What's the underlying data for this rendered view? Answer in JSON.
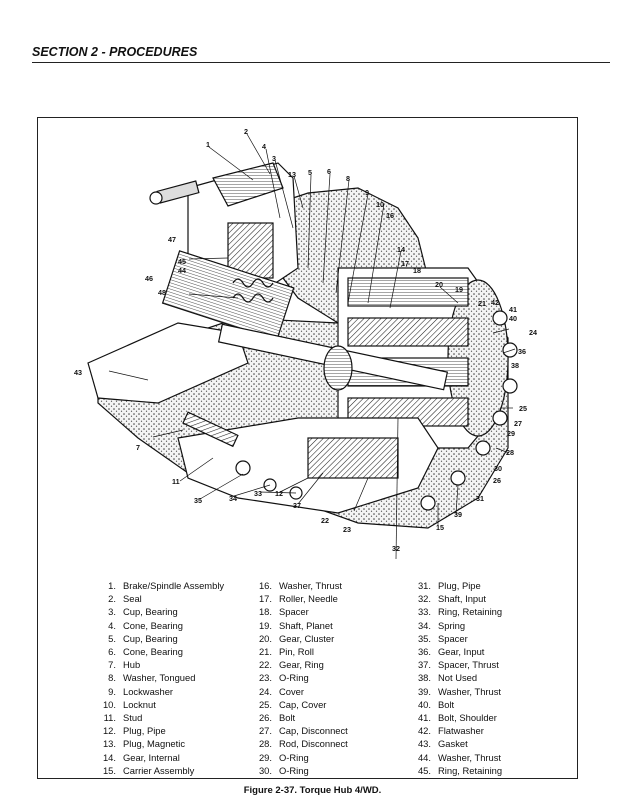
{
  "header": {
    "section_title": "SECTION 2 - PROCEDURES"
  },
  "figure": {
    "caption": "Figure 2-37.  Torque Hub 4/WD.",
    "callouts": [
      "1",
      "2",
      "4",
      "3",
      "13",
      "5",
      "6",
      "8",
      "9",
      "10",
      "16",
      "47",
      "45",
      "44",
      "46",
      "48",
      "14",
      "17",
      "18",
      "20",
      "19",
      "21",
      "42",
      "41",
      "40",
      "24",
      "36",
      "38",
      "43",
      "25",
      "27",
      "29",
      "28",
      "30",
      "26",
      "31",
      "7",
      "11",
      "35",
      "34",
      "33",
      "12",
      "37",
      "22",
      "23",
      "15",
      "39",
      "32"
    ],
    "legend": [
      [
        {
          "num": "1.",
          "label": "Brake/Spindle Assembly"
        },
        {
          "num": "2.",
          "label": "Seal"
        },
        {
          "num": "3.",
          "label": "Cup, Bearing"
        },
        {
          "num": "4.",
          "label": "Cone, Bearing"
        },
        {
          "num": "5.",
          "label": "Cup, Bearing"
        },
        {
          "num": "6.",
          "label": "Cone, Bearing"
        },
        {
          "num": "7.",
          "label": "Hub"
        },
        {
          "num": "8.",
          "label": "Washer, Tongued"
        },
        {
          "num": "9.",
          "label": "Lockwasher"
        },
        {
          "num": "10.",
          "label": "Locknut"
        },
        {
          "num": "11.",
          "label": "Stud"
        },
        {
          "num": "12.",
          "label": "Plug, Pipe"
        },
        {
          "num": "13.",
          "label": "Plug, Magnetic"
        },
        {
          "num": "14.",
          "label": "Gear, Internal"
        },
        {
          "num": "15.",
          "label": "Carrier Assembly"
        }
      ],
      [
        {
          "num": "16.",
          "label": "Washer, Thrust"
        },
        {
          "num": "17.",
          "label": "Roller, Needle"
        },
        {
          "num": "18.",
          "label": "Spacer"
        },
        {
          "num": "19.",
          "label": "Shaft, Planet"
        },
        {
          "num": "20.",
          "label": "Gear, Cluster"
        },
        {
          "num": "21.",
          "label": "Pin, Roll"
        },
        {
          "num": "22.",
          "label": "Gear, Ring"
        },
        {
          "num": "23.",
          "label": "O-Ring"
        },
        {
          "num": "24.",
          "label": "Cover"
        },
        {
          "num": "25.",
          "label": "Cap, Cover"
        },
        {
          "num": "26.",
          "label": "Bolt"
        },
        {
          "num": "27.",
          "label": "Cap, Disconnect"
        },
        {
          "num": "28.",
          "label": "Rod, Disconnect"
        },
        {
          "num": "29.",
          "label": "O-Ring"
        },
        {
          "num": "30.",
          "label": "O-Ring"
        }
      ],
      [
        {
          "num": "31.",
          "label": "Plug, Pipe"
        },
        {
          "num": "32.",
          "label": "Shaft, Input"
        },
        {
          "num": "33.",
          "label": "Ring, Retaining"
        },
        {
          "num": "34.",
          "label": "Spring"
        },
        {
          "num": "35.",
          "label": "Spacer"
        },
        {
          "num": "36.",
          "label": "Gear, Input"
        },
        {
          "num": "37.",
          "label": "Spacer, Thrust"
        },
        {
          "num": "38.",
          "label": "Not Used"
        },
        {
          "num": "39.",
          "label": "Washer, Thrust"
        },
        {
          "num": "40.",
          "label": "Bolt"
        },
        {
          "num": "41.",
          "label": "Bolt, Shoulder"
        },
        {
          "num": "42.",
          "label": "Flatwasher"
        },
        {
          "num": "43.",
          "label": "Gasket"
        },
        {
          "num": "44.",
          "label": "Washer, Thrust"
        },
        {
          "num": "45.",
          "label": "Ring, Retaining"
        }
      ]
    ]
  }
}
